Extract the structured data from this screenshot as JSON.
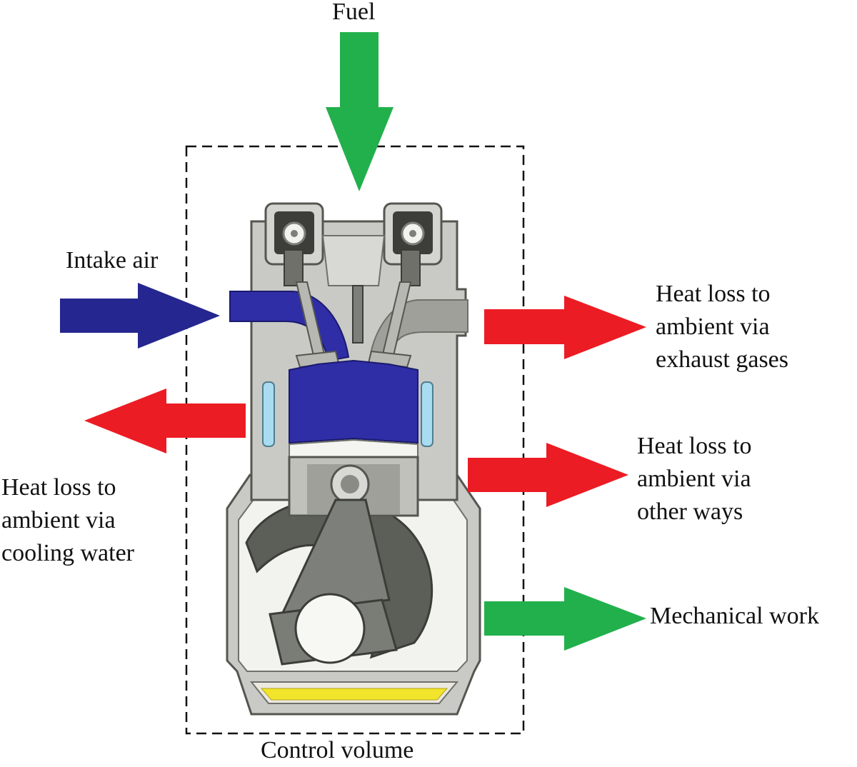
{
  "labels": {
    "fuel": "Fuel",
    "intake_air": "Intake air",
    "exhaust": [
      "Heat loss to",
      "ambient via",
      "exhaust gases"
    ],
    "cooling": [
      "Heat loss to",
      "ambient via",
      "cooling water"
    ],
    "other": [
      "Heat loss to",
      "ambient via",
      "other ways"
    ],
    "mechanical_work": "Mechanical work",
    "control_volume": "Control volume"
  },
  "colors": {
    "input_arrow": "#22b04c",
    "air_arrow": "#25268f",
    "loss_arrow": "#ec1c24",
    "work_arrow": "#22b04c",
    "engine_body": "#c8c9c4",
    "engine_dark": "#7d7f7a",
    "gas_charge": "#2f2ea6",
    "coolant": "#a9dcf0",
    "oil": "#f2e42a"
  },
  "icons": {
    "fuel_arrow": "arrow-down-icon",
    "intake_arrow": "arrow-right-icon",
    "exhaust_loss_arrow": "arrow-right-icon",
    "cooling_loss_arrow": "arrow-left-icon",
    "other_loss_arrow": "arrow-right-icon",
    "work_arrow": "arrow-right-icon",
    "engine": "engine-cylinder-illustration"
  }
}
